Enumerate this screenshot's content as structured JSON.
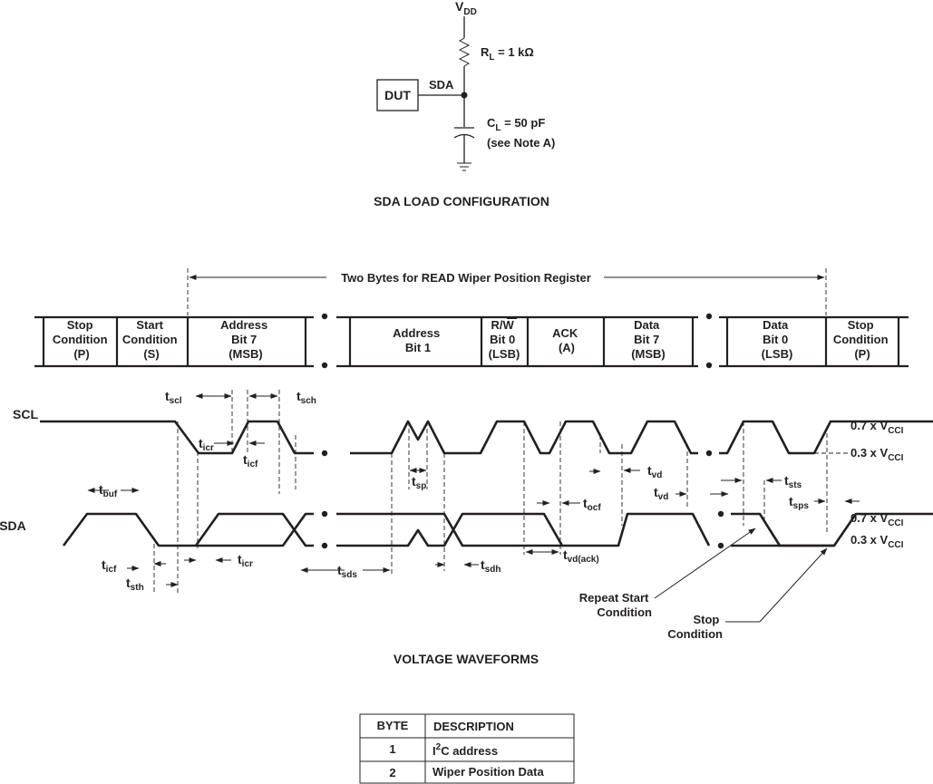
{
  "load_config": {
    "vdd": "V",
    "vdd_sub": "DD",
    "rl_main": "R",
    "rl_sub": "L",
    "rl_value": " = 1 kΩ",
    "dut": "DUT",
    "sda": "SDA",
    "cl_main": "C",
    "cl_sub": "L",
    "cl_value": " = 50 pF",
    "cl_note": "(see Note A)",
    "caption": "SDA LOAD CONFIGURATION"
  },
  "waveforms": {
    "span_label": "Two Bytes for READ  Wiper Position Register",
    "cells": {
      "stop1": [
        "Stop",
        "Condition",
        "(P)"
      ],
      "start": [
        "Start",
        "Condition",
        "(S)"
      ],
      "addr7": [
        "Address",
        "Bit 7",
        "(MSB)"
      ],
      "addr1": [
        "Address",
        "Bit 1"
      ],
      "rw": [
        "R/W",
        "Bit 0",
        "(LSB)"
      ],
      "ack": [
        "ACK",
        "(A)"
      ],
      "data7": [
        "Data",
        "Bit 7",
        "(MSB)"
      ],
      "data0": [
        "Data",
        "Bit 0",
        "(LSB)"
      ],
      "stop2": [
        "Stop",
        "Condition",
        "(P)"
      ]
    },
    "scl_label": "SCL",
    "sda_label": "SDA",
    "level_high": "0.7 x V",
    "level_low": "0.3 x V",
    "level_sub": "CCI",
    "timing": {
      "t": "t",
      "scl": "scl",
      "sch": "sch",
      "icr": "icr",
      "icf": "icf",
      "sp": "sp",
      "vd": "vd",
      "ocf": "ocf",
      "sts": "sts",
      "sps": "sps",
      "buf": "buf",
      "sth": "sth",
      "sds": "sds",
      "sdh": "sdh",
      "vdack": "vd(ack)"
    },
    "repeat_start": [
      "Repeat Start",
      "Condition"
    ],
    "stop_note": [
      "Stop",
      "Condition"
    ],
    "caption": "VOLTAGE WAVEFORMS"
  },
  "table": {
    "headers": [
      "BYTE",
      "DESCRIPTION"
    ],
    "rows": [
      {
        "byte": "1",
        "desc_main": "I",
        "desc_sup": "2",
        "desc_rest": "C address"
      },
      {
        "byte": "2",
        "desc_main": "Wiper Position Data",
        "desc_sup": "",
        "desc_rest": ""
      }
    ]
  }
}
